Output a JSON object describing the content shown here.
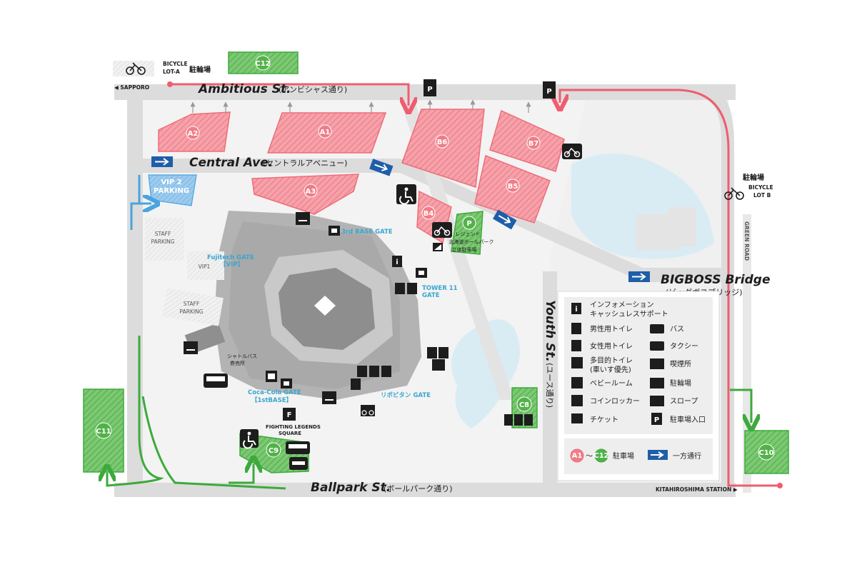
{
  "streets": {
    "ambitious": {
      "name": "Ambitious St.",
      "ja": "(アンビシャス通り)"
    },
    "central": {
      "name": "Central Ave.",
      "ja": "(セントラルアベニュー)"
    },
    "bigboss": {
      "name": "BIGBOSS Bridge",
      "ja": "(ビッグボスブリッジ)"
    },
    "youth": {
      "name": "Youth St.",
      "ja": "(ユース通り)"
    },
    "ballpark": {
      "name": "Ballpark St.",
      "ja": "(ボールパーク通り)"
    },
    "green_road": "GREEN ROAD"
  },
  "directions": {
    "sapporo": "◀ SAPPORO",
    "kitahiroshima": "KITAHIROSHIMA STATION ▶"
  },
  "bicycle": {
    "lot_a_line1": "BICYCLE",
    "lot_a_line2": "LOT-A",
    "lot_a_ja": "駐輪場",
    "lot_b_ja": "駐輪場",
    "lot_b_line1": "BICYCLE",
    "lot_b_line2": "LOT B"
  },
  "parking_lots": {
    "a1": "A1",
    "a2": "A2",
    "a3": "A3",
    "b4": "B4",
    "b5": "B5",
    "b6": "B6",
    "b7": "B7",
    "c8": "C8",
    "c9": "C9",
    "c10": "C10",
    "c11": "C11",
    "c12": "C12"
  },
  "areas": {
    "vip2_line1": "VIP 2",
    "vip2_line2": "PARKING",
    "staff1_line1": "STAFF",
    "staff1_line2": "PARKING",
    "staff2_line1": "STAFF",
    "staff2_line2": "PARKING",
    "vip1": "VIP1",
    "garage_line1": "レジェンド",
    "garage_line2": "北海道ボールパーク",
    "garage_line3": "立体駐車場",
    "fighters_square_line1": "FIGHTING LEGENDS",
    "fighters_square_line2": "SQUARE",
    "shuttle_line1": "シャトルバス",
    "shuttle_line2": "券売所"
  },
  "gates": {
    "third_base": "3rd BASE GATE",
    "fujitech_line1": "Fujitech GATE",
    "fujitech_line2": "【VIP】",
    "tower11_line1": "TOWER 11",
    "tower11_line2": "GATE",
    "cocacola_line1": "Coca-Cola GATE",
    "cocacola_line2": "【1stBASE】",
    "lipovitan": "リポビタン GATE"
  },
  "legend": {
    "info_line1": "インフォメーション",
    "info_line2": "キャッシュレスサポート",
    "mens": "男性用トイレ",
    "bus": "バス",
    "womens": "女性用トイレ",
    "taxi": "タクシー",
    "multi_line1": "多目的トイレ",
    "multi_line2": "(車いす優先)",
    "smoking": "喫煙所",
    "baby": "ベビールーム",
    "bicycle": "駐輪場",
    "locker": "コインロッカー",
    "slope": "スロープ",
    "ticket": "チケット",
    "parking_entrance": "駐車場入口",
    "lot_range_from": "A1",
    "lot_range_sep": "〜",
    "lot_range_to": "C12",
    "lot_range_label": "駐車場",
    "oneway": "一方通行"
  },
  "icons": {
    "info": "i",
    "parking": "P",
    "taxi": "TAXI"
  },
  "colors": {
    "lot_red": "#f4828c",
    "lot_red_light": "#f9c3c8",
    "lot_green": "#52b24a",
    "lot_green_light": "#9ad58f",
    "route_red": "#ef5d6e",
    "route_green": "#3caa3c",
    "route_blue": "#4aa3e0",
    "road": "#dcdcdc",
    "stadium": "#a9a9a9",
    "water": "#d9ecf4",
    "oneway_blue": "#1f5ea8",
    "gate_text": "#3aa6cf"
  }
}
